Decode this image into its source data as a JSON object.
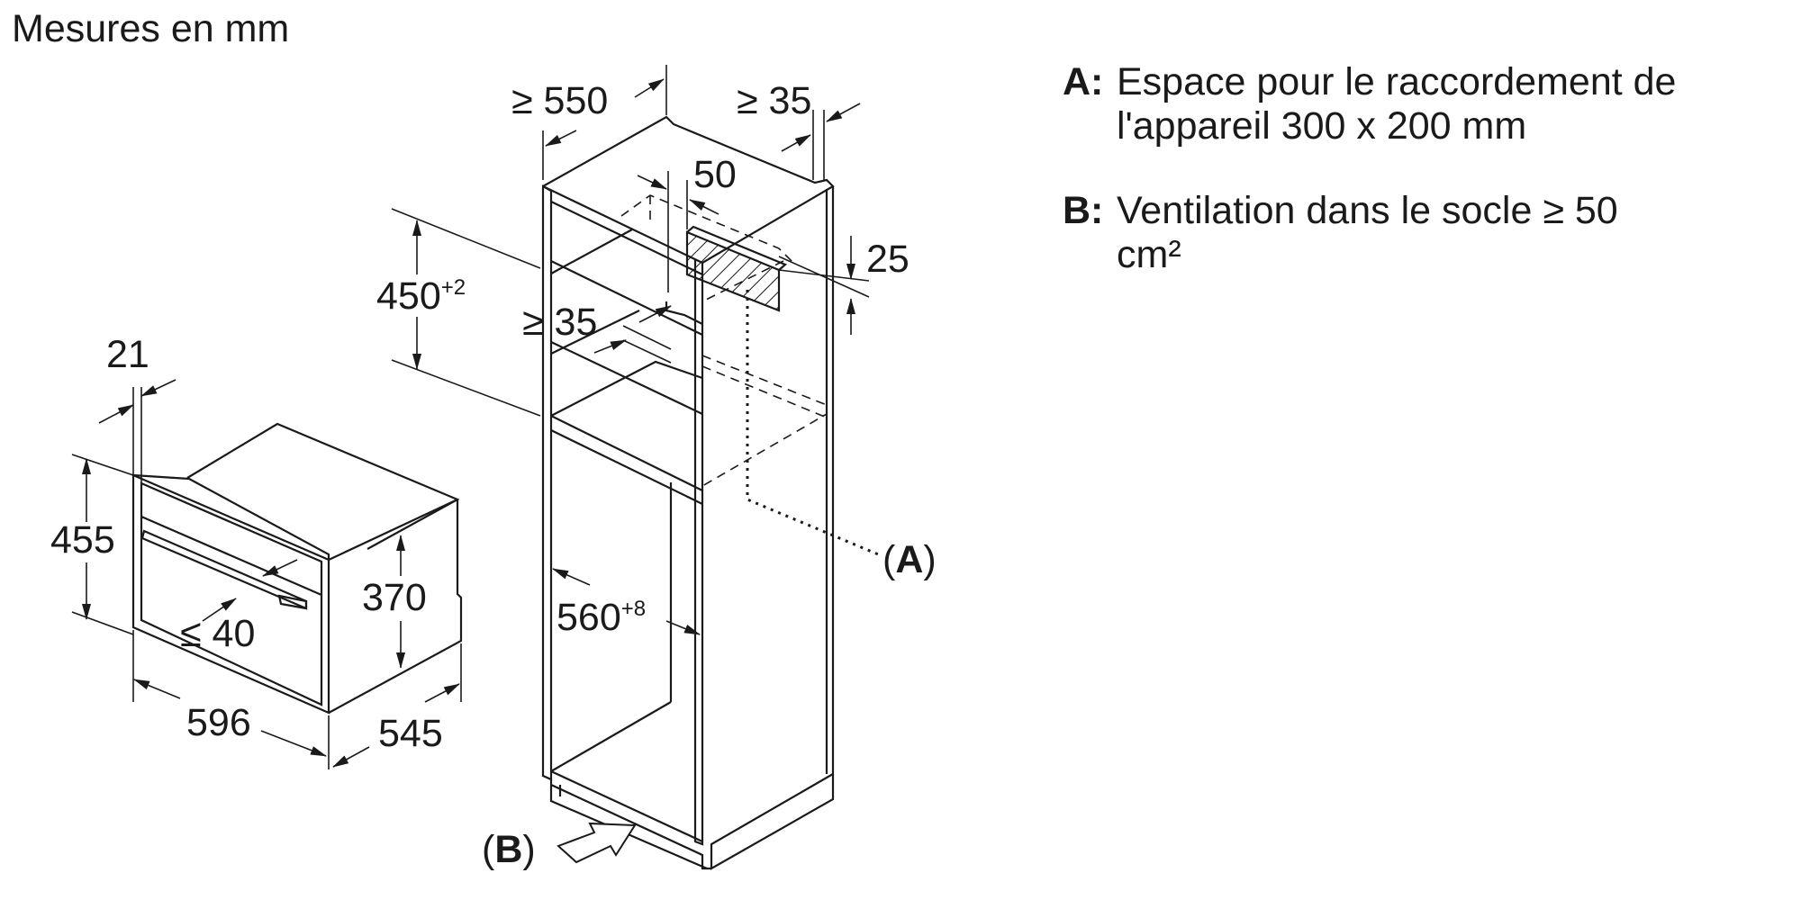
{
  "title": "Mesures en mm",
  "legend": {
    "a_key": "A:",
    "a_line1": "Espace pour le raccordement de",
    "a_line2": "l'appareil 300 x 200 mm",
    "b_key": "B:",
    "b_line1": "Ventilation dans le socle ≥ 50",
    "b_line2": "cm²"
  },
  "appliance": {
    "depth_front": "21",
    "height": "455",
    "inner_height": "370",
    "handle_gap": "≤ 40",
    "width": "596",
    "depth": "545"
  },
  "cabinet": {
    "depth": "≥ 550",
    "rear_gap": "≥ 35",
    "opening_height": "450",
    "opening_height_tol": "+2",
    "shelf_gap": "≥ 35",
    "vent_depth": "50",
    "vent_height": "25",
    "inner_width": "560",
    "inner_width_tol": "+8",
    "marker_a_open": "(",
    "marker_a": "A",
    "marker_a_close": ")",
    "marker_b_open": "(",
    "marker_b": "B",
    "marker_b_close": ")"
  }
}
